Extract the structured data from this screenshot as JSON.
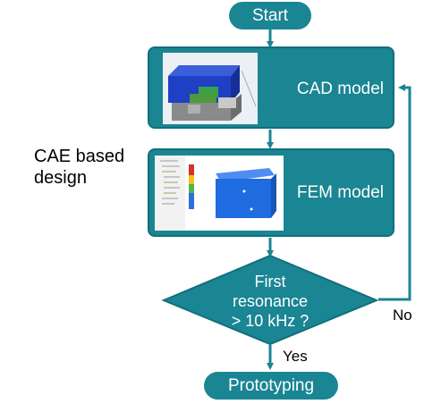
{
  "flowchart": {
    "side_label": "CAE based design",
    "nodes": {
      "start": "Start",
      "cad": "CAD model",
      "fem": "FEM model",
      "decision_line1": "First",
      "decision_line2": "resonance",
      "decision_line3": "> 10 kHz ?",
      "prototyping": "Prototyping"
    },
    "edges": {
      "yes": "Yes",
      "no": "No"
    },
    "colors": {
      "node_fill": "#1a8593",
      "node_border": "#126f7b",
      "arrow": "#1a8593"
    }
  }
}
